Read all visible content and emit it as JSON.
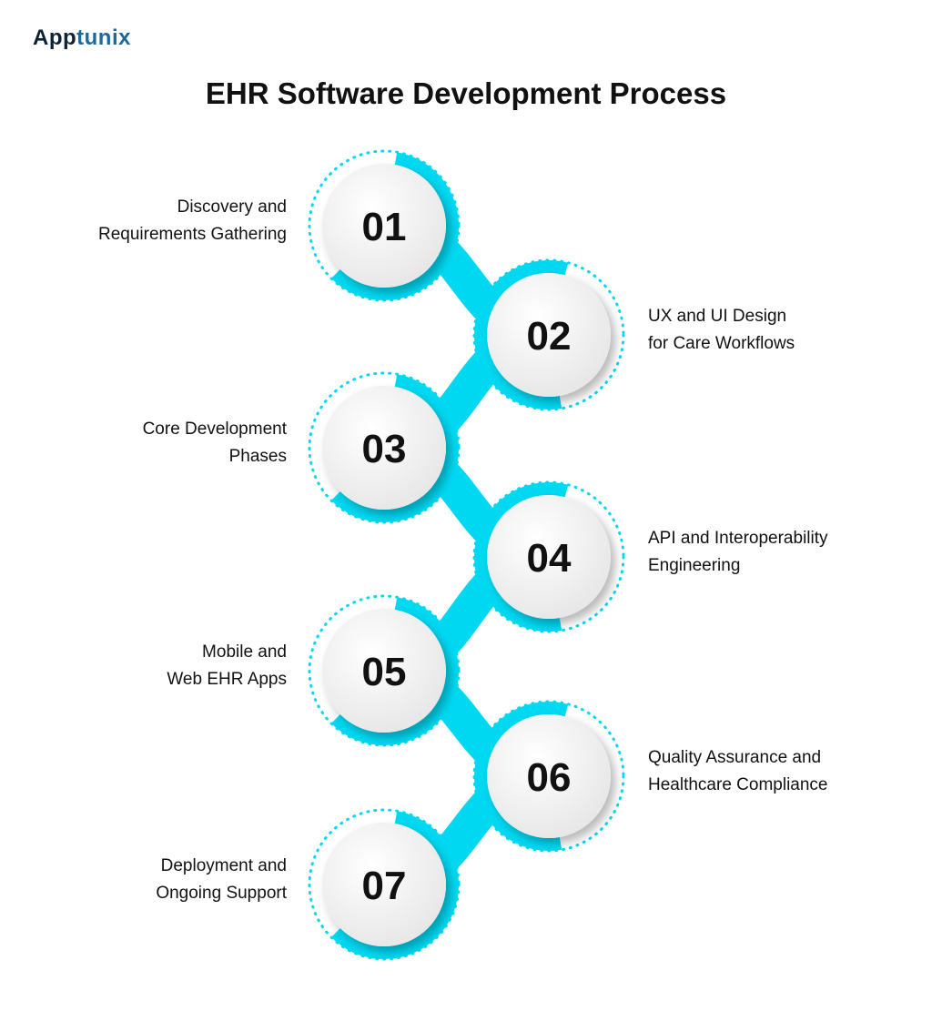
{
  "logo": {
    "part1": "App",
    "part2": "tunix"
  },
  "title": "EHR Software Development Process",
  "colors": {
    "accent": "#00d8f2",
    "logo_dark": "#0f2233",
    "logo_blue": "#1c6a9b"
  },
  "steps": [
    {
      "number": "01",
      "line1": "Discovery and",
      "line2": "Requirements Gathering",
      "side": "left"
    },
    {
      "number": "02",
      "line1": "UX and UI Design",
      "line2": "for Care Workflows",
      "side": "right"
    },
    {
      "number": "03",
      "line1": "Core Development",
      "line2": "Phases",
      "side": "left"
    },
    {
      "number": "04",
      "line1": "API and Interoperability",
      "line2": "Engineering",
      "side": "right"
    },
    {
      "number": "05",
      "line1": "Mobile and",
      "line2": "Web EHR Apps",
      "side": "left"
    },
    {
      "number": "06",
      "line1": "Quality Assurance and",
      "line2": "Healthcare Compliance",
      "side": "right"
    },
    {
      "number": "07",
      "line1": "Deployment and",
      "line2": "Ongoing Support",
      "side": "left"
    }
  ]
}
